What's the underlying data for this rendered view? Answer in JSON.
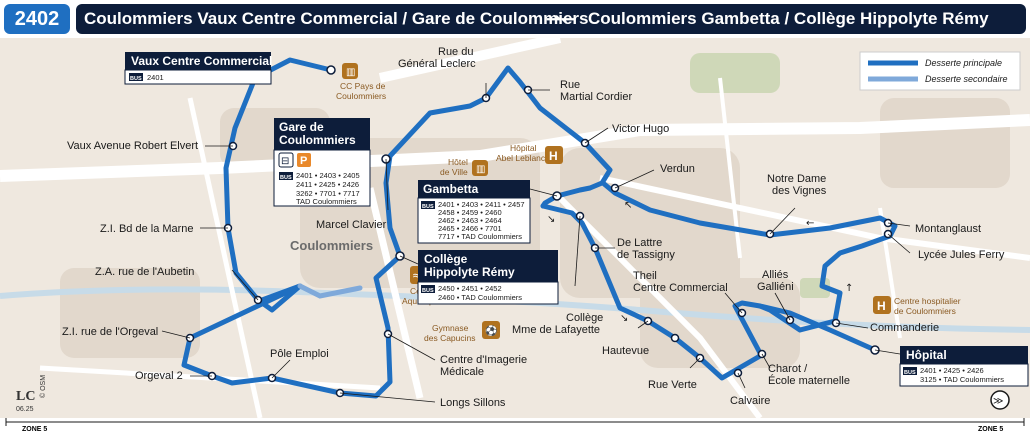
{
  "header": {
    "line_number": "2402",
    "from": "Coulommiers Vaux Centre Commercial / Gare de Coulommiers",
    "arrows": "⇀↽",
    "to": "Coulommiers Gambetta / Collège Hippolyte Rémy"
  },
  "legend": {
    "main": "Desserte principale",
    "secondary": "Desserte secondaire"
  },
  "colors": {
    "route": "#1f6fc1",
    "route_secondary": "#7fa9da",
    "dark": "#0d1d3a",
    "poi": "#b0721f",
    "background": "#efe8df",
    "road": "#ffffff"
  },
  "town_label": "Coulommiers",
  "stops": {
    "vaux_avenue": "Vaux Avenue Robert Elvert",
    "zi_marne": "Z.I. Bd de la Marne",
    "za_aubetin": "Z.A. rue de l'Aubetin",
    "zi_orgeval": "Z.I. rue de l'Orgeval",
    "orgeval2": "Orgeval 2",
    "pole_emploi": "Pôle Emploi",
    "longs_sillons": "Longs Sillons",
    "imagerie_1": "Centre d'Imagerie",
    "imagerie_2": "Médicale",
    "marcel_clavier": "Marcel Clavier",
    "leclerc_1": "Rue du",
    "leclerc_2": "Général Leclerc",
    "cordier_1": "Rue",
    "cordier_2": "Martial Cordier",
    "victor_hugo": "Victor Hugo",
    "verdun": "Verdun",
    "notre_dame_1": "Notre Dame",
    "notre_dame_2": "des Vignes",
    "montanglaust": "Montanglaust",
    "jules_ferry": "Lycée Jules Ferry",
    "lattre_1": "De Lattre",
    "lattre_2": "de Tassigny",
    "theil_1": "Theil",
    "theil_2": "Centre Commercial",
    "allies_1": "Alliés",
    "allies_2": "Galliéni",
    "commanderie": "Commanderie",
    "college_1": "Collège",
    "college_2": "Mme de Lafayette",
    "hautevue": "Hautevue",
    "rue_verte": "Rue Verte",
    "calvaire": "Calvaire",
    "charot_1": "Charot /",
    "charot_2": "École maternelle"
  },
  "hubs": {
    "vaux": {
      "title": "Vaux Centre Commercial",
      "bus": "BUS",
      "lines": [
        "2401"
      ]
    },
    "gare": {
      "title_1": "Gare de",
      "title_2": "Coulommiers",
      "bus": "BUS",
      "lines": [
        "2401 • 2403 • 2405",
        "2411 • 2425 • 2426",
        "3262 • 7701 • 7717",
        "TAD Coulommiers"
      ]
    },
    "gambetta": {
      "title": "Gambetta",
      "bus": "BUS",
      "lines": [
        "2401 • 2403 • 2411 • 2457",
        "2458 • 2459 • 2460",
        "2462 • 2463 • 2464",
        "2465 • 2466 • 7701",
        "7717 • TAD Coulommiers"
      ]
    },
    "college_remy": {
      "title_1": "Collège",
      "title_2": "Hippolyte Rémy",
      "bus": "BUS",
      "lines": [
        "2450 • 2451 • 2452",
        "2460 • TAD Coulommiers"
      ]
    },
    "hopital": {
      "title": "Hôpital",
      "bus": "BUS",
      "lines": [
        "2401 • 2425 • 2426",
        "3125 • TAD Coulommiers"
      ]
    }
  },
  "pois": {
    "cc_pays_1": "CC Pays de",
    "cc_pays_2": "Coulommiers",
    "hotel_1": "Hôtel",
    "hotel_2": "de Ville",
    "hopital_1": "Hôpital",
    "hopital_2": "Abel Leblanc",
    "aquatique_1": "Centre",
    "aquatique_2": "Aquatique",
    "gymnase_1": "Gymnase",
    "gymnase_2": "des Capucins",
    "hospitalier_1": "Centre hospitalier",
    "hospitalier_2": "de Coulommiers"
  },
  "parking": "P",
  "hospital_symbol": "H",
  "credit": {
    "logo": "LC",
    "date": "06.25",
    "osm": "© OSM"
  },
  "footer": {
    "zone_left": "ZONE 5",
    "zone_right": "ZONE 5"
  }
}
